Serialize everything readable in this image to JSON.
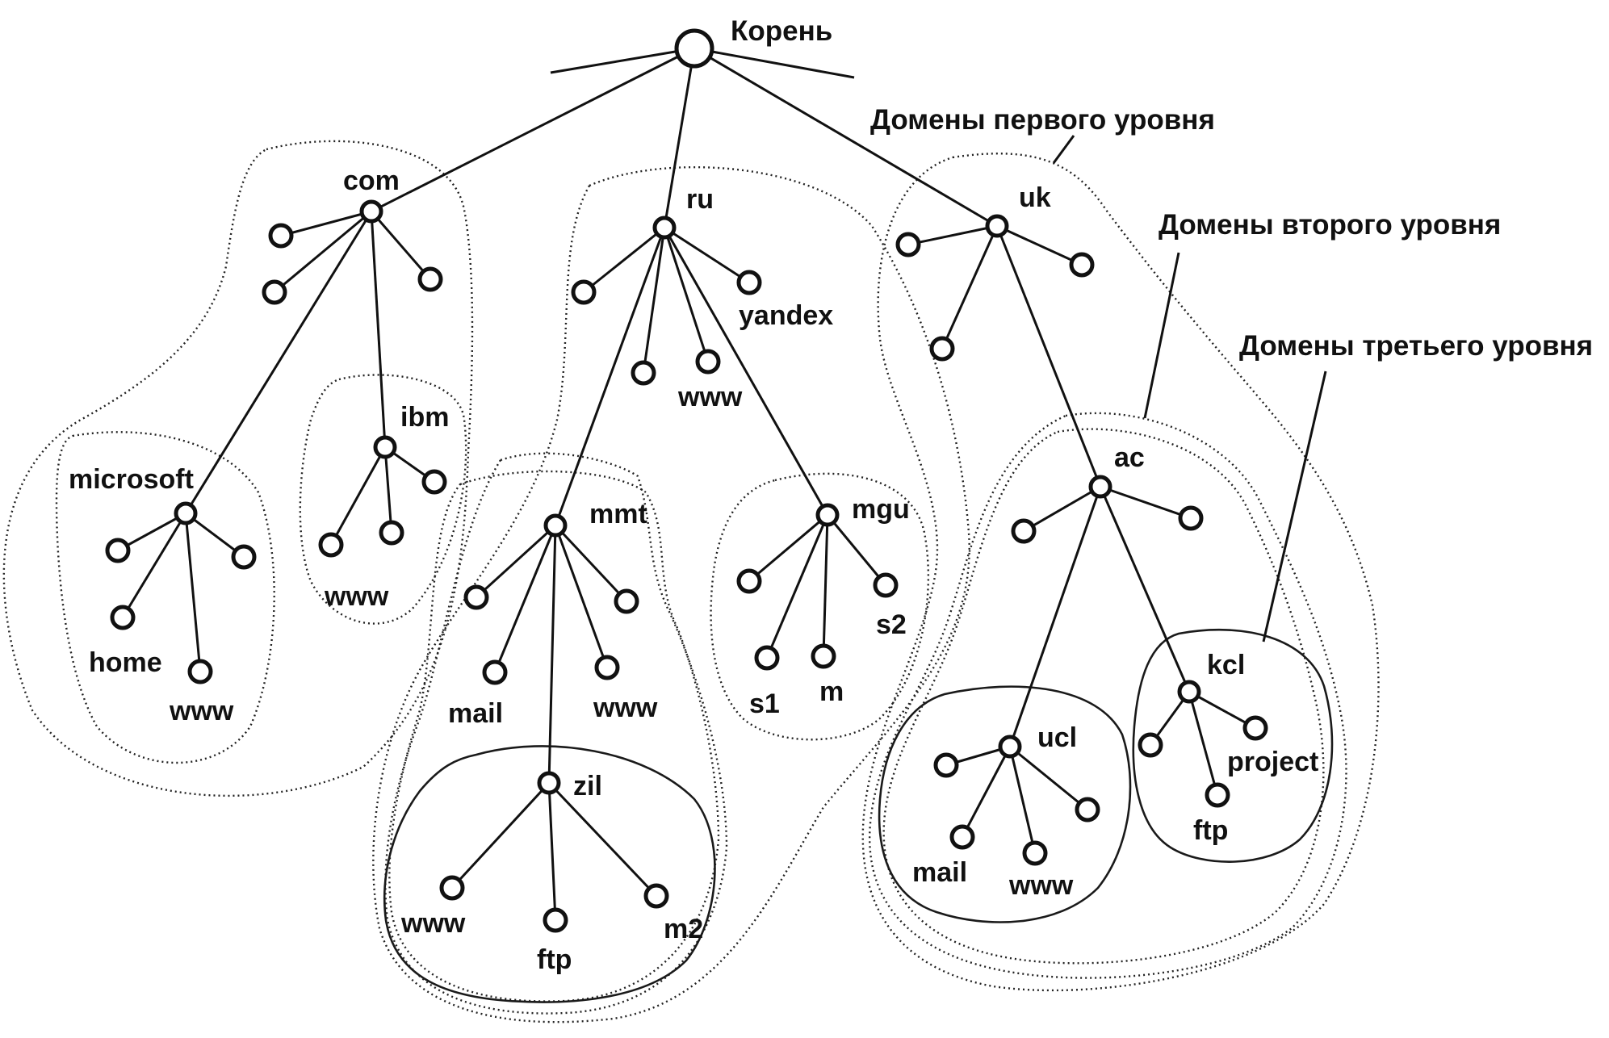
{
  "labels": {
    "root": "Корень",
    "level1": "Домены первого уровня",
    "level2": "Домены второго уровня",
    "level3": "Домены третьего уровня",
    "com": "com",
    "ru": "ru",
    "uk": "uk",
    "microsoft": "microsoft",
    "ibm": "ibm",
    "home": "home",
    "ms_www": "www",
    "ibm_www": "www",
    "yandex": "yandex",
    "ru_www": "www",
    "mmt": "mmt",
    "mgu": "mgu",
    "mail": "mail",
    "mmt_www": "www",
    "zil": "zil",
    "zil_www": "www",
    "ftp": "ftp",
    "m2": "m2",
    "s1": "s1",
    "m": "m",
    "s2": "s2",
    "ac": "ac",
    "ucl": "ucl",
    "kcl": "kcl",
    "ucl_mail": "mail",
    "ucl_www": "www",
    "project": "project",
    "kcl_ftp": "ftp"
  }
}
